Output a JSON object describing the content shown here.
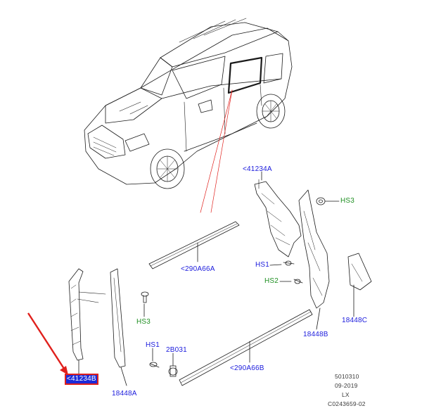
{
  "colors": {
    "part_label": "#1a1adc",
    "fastener_label": "#1f8f22",
    "highlight": "#e0201c",
    "leader_red": "#e0201c",
    "line": "#1a1a1a"
  },
  "labels": {
    "seal_upper": "<290A66A",
    "seal_lower": "<290A66B",
    "moulding_left": "<41234B",
    "moulding_right": "<41234A",
    "trim_a": "18448A",
    "trim_b": "18448B",
    "trim_c": "18448C",
    "hs1_left": "HS1",
    "hs1_right": "HS1",
    "hs2": "HS2",
    "hs3_left": "HS3",
    "hs3_right": "HS3",
    "clip": "2B031"
  },
  "meta": {
    "line1": "5010310",
    "line2": "09-2019",
    "line3": "LX",
    "line4": "C0243659-02"
  }
}
